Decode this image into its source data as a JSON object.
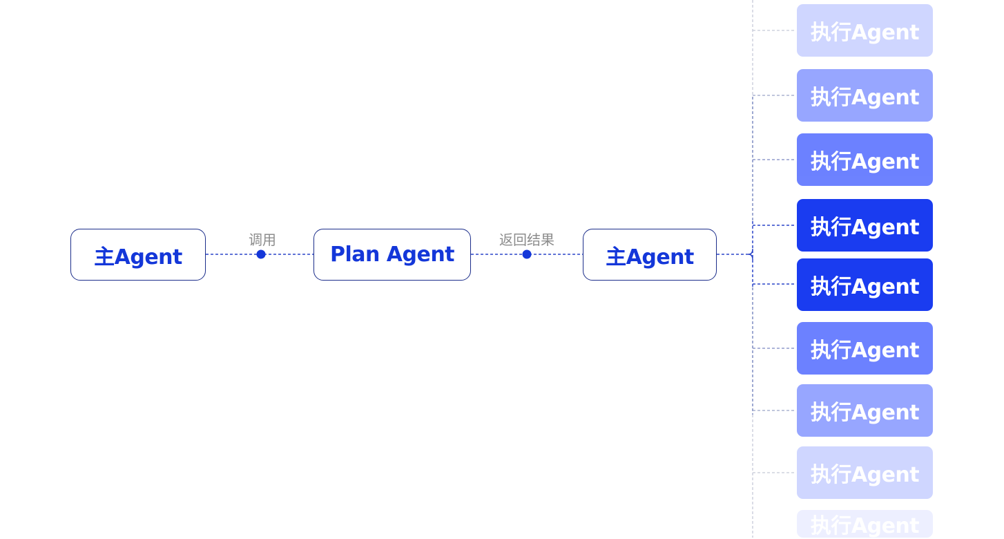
{
  "nodes": {
    "main_left": "主Agent",
    "plan": "Plan Agent",
    "main_right": "主Agent"
  },
  "edges": {
    "invoke_label": "调用",
    "return_label": "返回结果"
  },
  "executors": [
    {
      "label": "执行Agent"
    },
    {
      "label": "执行Agent"
    },
    {
      "label": "执行Agent"
    },
    {
      "label": "执行Agent"
    },
    {
      "label": "执行Agent"
    },
    {
      "label": "执行Agent"
    },
    {
      "label": "执行Agent"
    },
    {
      "label": "执行Agent"
    },
    {
      "label": "执行Agent"
    }
  ],
  "colors": {
    "accent": "#1a3cf0",
    "node_border": "#1b2d8a",
    "label_gray": "#8c8c8c"
  }
}
